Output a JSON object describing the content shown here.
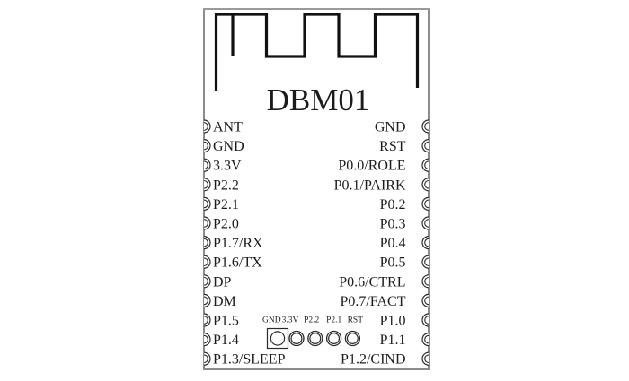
{
  "module": {
    "title": "DBM01",
    "left_pins": [
      "ANT",
      "GND",
      "3.3V",
      "P2.2",
      "P2.1",
      "P2.0",
      "P1.7/RX",
      "P1.6/TX",
      "DP",
      "DM",
      "P1.5",
      "P1.4",
      "P1.3/SLEEP"
    ],
    "right_pins": [
      "GND",
      "RST",
      "P0.0/ROLE",
      "P0.1/PAIRK",
      "P0.2",
      "P0.3",
      "P0.4",
      "P0.5",
      "P0.6/CTRL",
      "P0.7/FACT",
      "P1.0",
      "P1.1",
      "P1.2/CIND"
    ],
    "test_points": [
      {
        "label": "GND",
        "shape": "square-pad"
      },
      {
        "label": "3.3V",
        "shape": "ring-pad"
      },
      {
        "label": "P2.2",
        "shape": "ring-pad"
      },
      {
        "label": "P2.1",
        "shape": "ring-pad"
      },
      {
        "label": "RST",
        "shape": "ring-pad"
      }
    ],
    "colors": {
      "trace": "#111111",
      "pad_stroke": "#2a2a2a",
      "pin_text": "#1c1c1c",
      "border_side": "#4f4f4f",
      "border_top": "#9a9a9a",
      "border_bottom": "#8a8a8a",
      "background": "#ffffff"
    }
  }
}
